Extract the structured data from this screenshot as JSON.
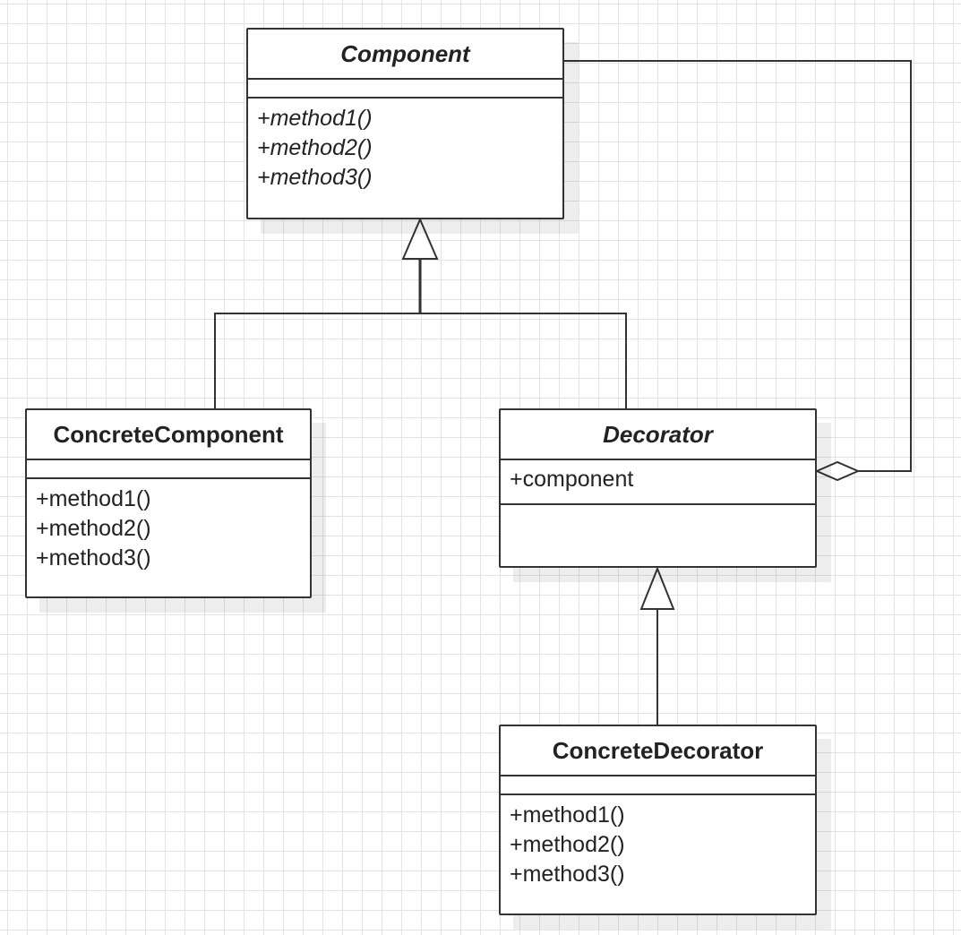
{
  "diagram": {
    "classes": {
      "component": {
        "name": "Component",
        "abstract": true,
        "attributes": [],
        "methods": [
          "+method1()",
          "+method2()",
          "+method3()"
        ],
        "methods_abstract": true
      },
      "concrete_component": {
        "name": "ConcreteComponent",
        "abstract": false,
        "attributes": [],
        "methods": [
          "+method1()",
          "+method2()",
          "+method3()"
        ]
      },
      "decorator": {
        "name": "Decorator",
        "abstract": true,
        "attributes": [
          "+component"
        ],
        "methods": []
      },
      "concrete_decorator": {
        "name": "ConcreteDecorator",
        "abstract": false,
        "attributes": [],
        "methods": [
          "+method1()",
          "+method2()",
          "+method3()"
        ]
      }
    },
    "relationships": [
      {
        "type": "generalization",
        "from": "ConcreteComponent",
        "to": "Component"
      },
      {
        "type": "generalization",
        "from": "Decorator",
        "to": "Component"
      },
      {
        "type": "generalization",
        "from": "ConcreteDecorator",
        "to": "Decorator"
      },
      {
        "type": "aggregation",
        "whole": "Decorator",
        "part": "Component"
      }
    ],
    "colors": {
      "line": "#333333",
      "grid": "#e4e4e4",
      "box_fill": "#ffffff"
    }
  }
}
